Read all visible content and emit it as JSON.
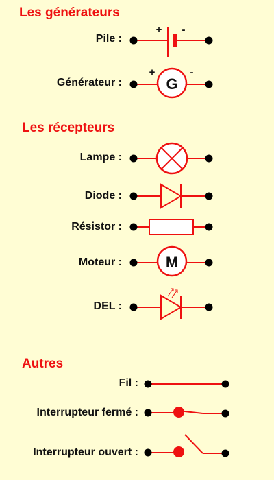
{
  "sections": {
    "generateurs": "Les générateurs",
    "recepteurs": "Les récepteurs",
    "autres": "Autres"
  },
  "symbols": {
    "pile": {
      "label": "Pile :",
      "plus": "+",
      "minus": "-"
    },
    "generateur": {
      "label": "Générateur :",
      "letter": "G",
      "plus": "+",
      "minus": "-"
    },
    "lampe": {
      "label": "Lampe :"
    },
    "diode": {
      "label": "Diode :"
    },
    "resistor": {
      "label": "Résistor :"
    },
    "moteur": {
      "label": "Moteur :",
      "letter": "M"
    },
    "del": {
      "label": "DEL :"
    },
    "fil": {
      "label": "Fil :"
    },
    "interrupteur_ferme": {
      "label": "Interrupteur fermé :"
    },
    "interrupteur_ouvert": {
      "label": "Interrupteur ouvert :"
    }
  },
  "colors": {
    "background": "#fffdd4",
    "title": "#ee1111",
    "wire": "#ee1111",
    "terminal": "#000000",
    "accent": "#ee1111"
  }
}
